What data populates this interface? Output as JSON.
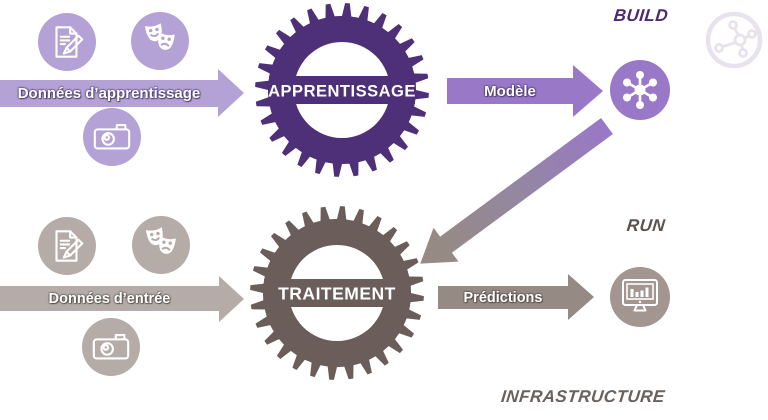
{
  "build_row": {
    "stage_label": "BUILD",
    "input_arrow_label": "Données d’apprentissage",
    "gear_label": "APPRENTISSAGE",
    "output_arrow_label": "Modèle",
    "colors": {
      "light_purple": "#b4a2d6",
      "medium_purple": "#9978c8",
      "dark_purple": "#4d3077",
      "stage_text": "#4b2a73"
    }
  },
  "run_row": {
    "stage_label": "RUN",
    "input_arrow_label": "Données d’entrée",
    "gear_label": "TRAITEMENT",
    "output_arrow_label": "Prédictions",
    "colors": {
      "light_gray": "#b5aca7",
      "medium_gray": "#968a85",
      "dark_gray": "#6b5e5a",
      "monitor_circle": "#a39690",
      "stage_text": "#5c534e"
    }
  },
  "footer_label": "INFRASTRUCTURE",
  "icons": [
    "document-pencil-icon",
    "theater-masks-icon",
    "camera-icon",
    "network-model-icon",
    "monitor-chart-icon",
    "molecule-badge-icon"
  ]
}
